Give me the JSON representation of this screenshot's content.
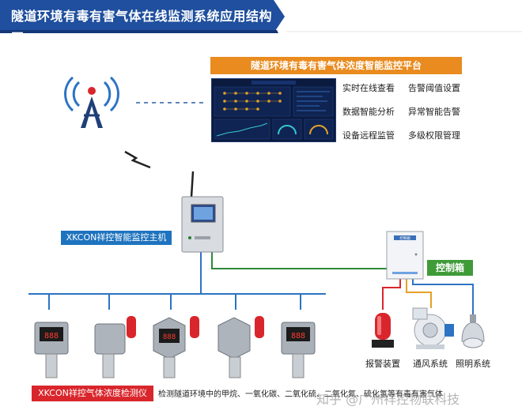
{
  "header": {
    "title": "隧道环境有毒有害气体在线监测系统应用结构图"
  },
  "platform": {
    "title": "隧道环境有毒有害气体浓度智能监控平台",
    "features": [
      "实时在线查看",
      "告警阈值设置",
      "数据智能分析",
      "异常智能告警",
      "设备远程监管",
      "多级权限管理"
    ]
  },
  "host": {
    "label": "XKCON祥控智能监控主机"
  },
  "control_box": {
    "label": "控制箱",
    "panel_text": "控制箱"
  },
  "outputs": [
    "报警装置",
    "通风系统",
    "照明系统"
  ],
  "detectors": {
    "label": "XKCON祥控气体浓度检测仪",
    "description": "检测隧道环境中的甲烷、一氧化碳、二氧化硫、二氧化氮、硫化氢等有毒有害气体"
  },
  "watermark": "知乎 @广州祥控物联科技",
  "colors": {
    "header_blue": "#1f4f9e",
    "platform_orange": "#e98b1f",
    "host_blue": "#1e73be",
    "control_green": "#3f9b37",
    "detector_red": "#d9262c"
  }
}
